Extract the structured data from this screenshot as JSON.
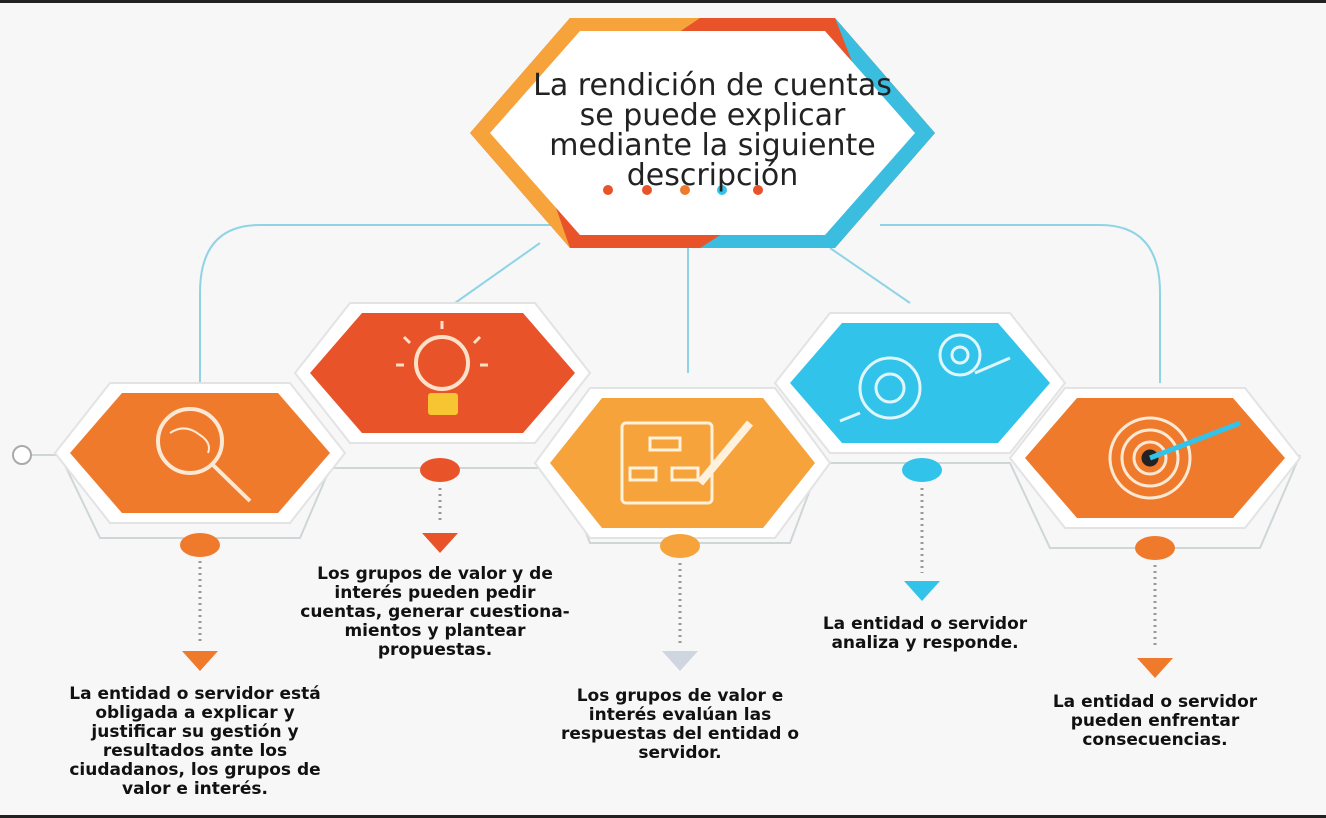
{
  "title": "La rendición de cuentas se puede explicar mediante la siguiente descripción",
  "colors": {
    "orange": "#f07a2c",
    "red_orange": "#e9532a",
    "cyan": "#32c3ea",
    "orange_light": "#f5a33a",
    "line": "#8fd4e6"
  },
  "steps": [
    {
      "icon": "magnifier-globe-icon",
      "caption": "La  entidad o servidor está obligada a explicar y justificar su gestión y resultados ante los ciudadanos, los grupos de valor e interés."
    },
    {
      "icon": "lightbulb-icon",
      "caption": "Los grupos de valor y de interés pueden pedir cuentas, generar cuestiona-mientos y plantear propuestas."
    },
    {
      "icon": "diagram-pencil-icon",
      "caption": "Los grupos de valor e interés evalúan las respuestas del entidad o servidor."
    },
    {
      "icon": "gears-icon",
      "caption": "La entidad o servidor analiza y responde."
    },
    {
      "icon": "target-arrow-icon",
      "caption": "La entidad o servidor pueden enfrentar consecuencias."
    }
  ]
}
